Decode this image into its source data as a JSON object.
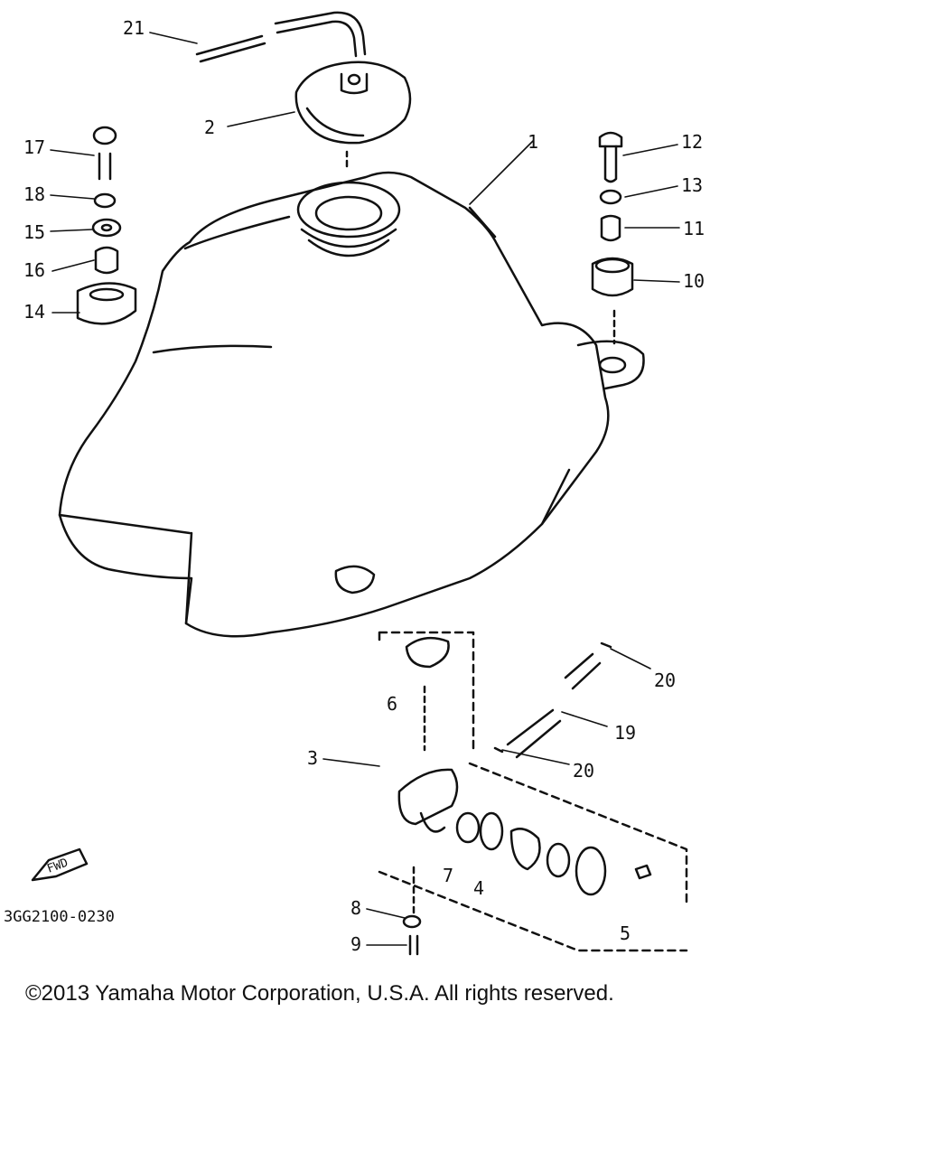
{
  "diagram": {
    "drawing_code": "3GG2100-0230",
    "fwd_label": "FWD",
    "callouts": [
      "21",
      "2",
      "1",
      "17",
      "18",
      "15",
      "16",
      "14",
      "12",
      "13",
      "11",
      "10",
      "6",
      "3",
      "20",
      "19",
      "20",
      "7",
      "4",
      "8",
      "9",
      "5"
    ]
  },
  "copyright": "©2013 Yamaha Motor Corporation, U.S.A. All rights reserved."
}
